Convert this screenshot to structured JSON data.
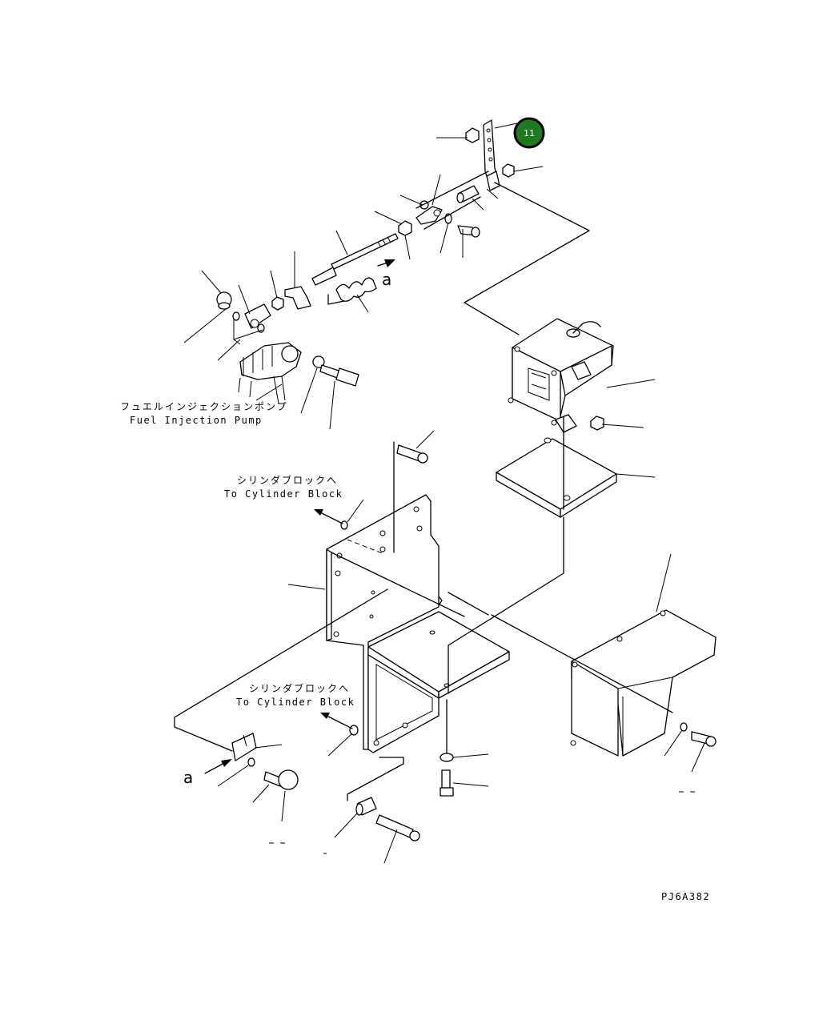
{
  "badge": {
    "number": "11",
    "color": "#1f7a1f"
  },
  "labels": {
    "fuel_pump_jp": "フュエルインジェクションポンプ",
    "fuel_pump_en": "Fuel Injection Pump",
    "cyl_block_1_jp": "シリンダブロックへ",
    "cyl_block_1_en": "To Cylinder Block",
    "cyl_block_2_jp": "シリンダブロックへ",
    "cyl_block_2_en": "To Cylinder Block",
    "arrow_a_top": "a",
    "arrow_a_bottom": "a",
    "drawing_code": "PJ6A382"
  },
  "colors": {
    "line": "#000000",
    "background": "#ffffff"
  }
}
